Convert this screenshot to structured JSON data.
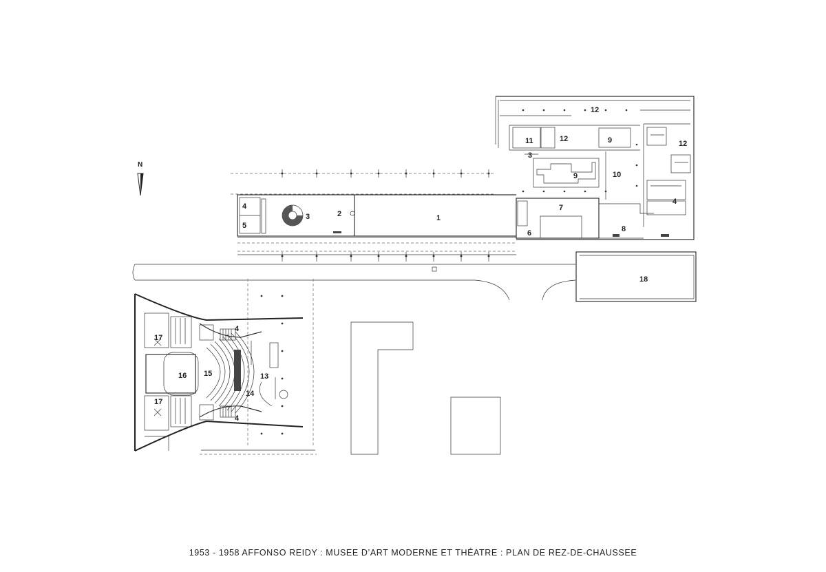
{
  "north": "N",
  "caption": "1953 - 1958 AFFONSO REIDY : MUSEE D’ART MODERNE ET THÉATRE : PLAN DE REZ-DE-CHAUSSEE",
  "labels": {
    "l1": "1",
    "l2": "2",
    "l3": "3",
    "l3b": "3",
    "l4a": "4",
    "l4b": "4",
    "l4c": "4",
    "l4d": "4",
    "l5": "5",
    "l6": "6",
    "l7": "7",
    "l8": "8",
    "l9a": "9",
    "l9b": "9",
    "l10": "10",
    "l11": "11",
    "l12a": "12",
    "l12b": "12",
    "l12c": "12",
    "l13": "13",
    "l14": "14",
    "l15": "15",
    "l16": "16",
    "l17a": "17",
    "l17b": "17",
    "l18": "18"
  }
}
